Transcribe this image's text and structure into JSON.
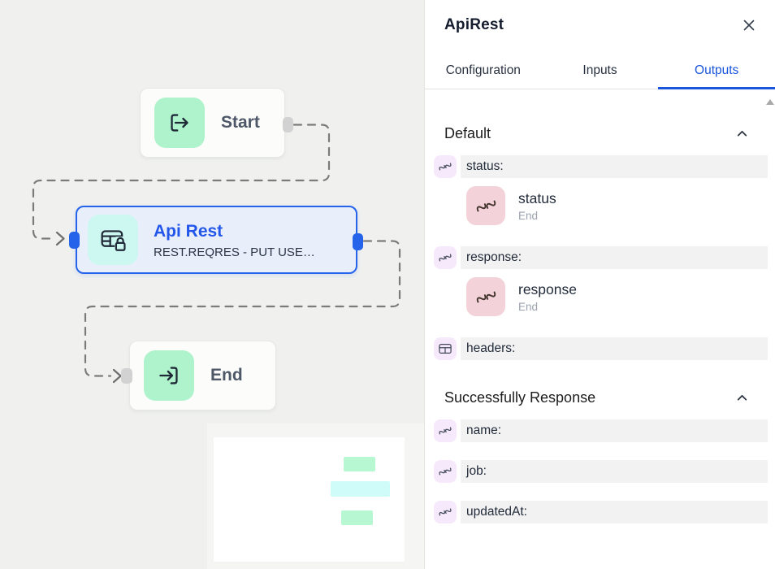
{
  "flow": {
    "nodes": {
      "start": {
        "label": "Start",
        "icon": "exit-bracket-arrow"
      },
      "api_rest": {
        "title": "Api Rest",
        "subtitle": "REST.REQRES - PUT USE…",
        "icon": "table-lock",
        "selected": true
      },
      "end": {
        "label": "End",
        "icon": "enter-bracket-arrow"
      }
    },
    "minimap_nodes": [
      "start",
      "api_rest",
      "end"
    ]
  },
  "panel": {
    "title": "ApiRest",
    "tabs": {
      "configuration": "Configuration",
      "inputs": "Inputs",
      "outputs": "Outputs",
      "active_tab": "Outputs"
    },
    "sections": {
      "default": {
        "title": "Default",
        "fields": {
          "status": {
            "label": "status:",
            "type": "string",
            "ref_name": "status",
            "ref_source": "End"
          },
          "response": {
            "label": "response:",
            "type": "string",
            "ref_name": "response",
            "ref_source": "End"
          },
          "headers": {
            "label": "headers:",
            "type": "table"
          }
        }
      },
      "success": {
        "title": "Successfully Response",
        "fields": {
          "name": {
            "label": "name:",
            "type": "string"
          },
          "job": {
            "label": "job:",
            "type": "string"
          },
          "updatedAt": {
            "label": "updatedAt:",
            "type": "string"
          }
        }
      }
    }
  },
  "colors": {
    "accent_blue": "#2563eb",
    "tab_blue": "#1a56db",
    "node_green": "#aef3cb",
    "node_cyan": "#cdf7f1",
    "type_icon_purple": "#f6e9fb",
    "ref_icon_pink": "#f3d3d9",
    "canvas_bg": "#f0f1ef",
    "field_bg": "#f2f2f2",
    "edge_gray": "#7b7b7b"
  }
}
